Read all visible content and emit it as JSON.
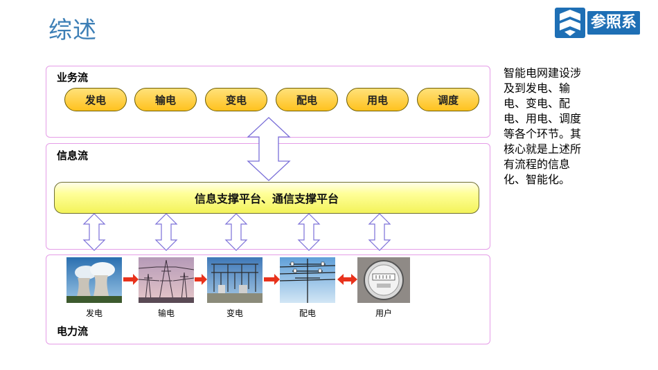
{
  "slide": {
    "title": "综述",
    "logo_text": "参照系",
    "description": "智能电网建设涉及到发电、输电、变电、配电、用电、调度等各个环节。其核心就是上述所有流程的信息化、智能化。"
  },
  "business_flow": {
    "label": "业务流",
    "items": [
      "发电",
      "输电",
      "变电",
      "配电",
      "用电",
      "调度"
    ]
  },
  "info_flow": {
    "label": "信息流",
    "platform": "信息支撑平台、通信支撑平台"
  },
  "power_flow": {
    "label": "电力流",
    "stages": [
      "发电",
      "输电",
      "变电",
      "配电",
      "用户"
    ]
  },
  "colors": {
    "title": "#3d7fb6",
    "panel_border": "#e59ce7",
    "pill_fill": "#ffc21e",
    "arrow_outline": "#7a6fd8",
    "flow_arrow": "#e8321c",
    "logo_blue": "#1e6fb5"
  }
}
